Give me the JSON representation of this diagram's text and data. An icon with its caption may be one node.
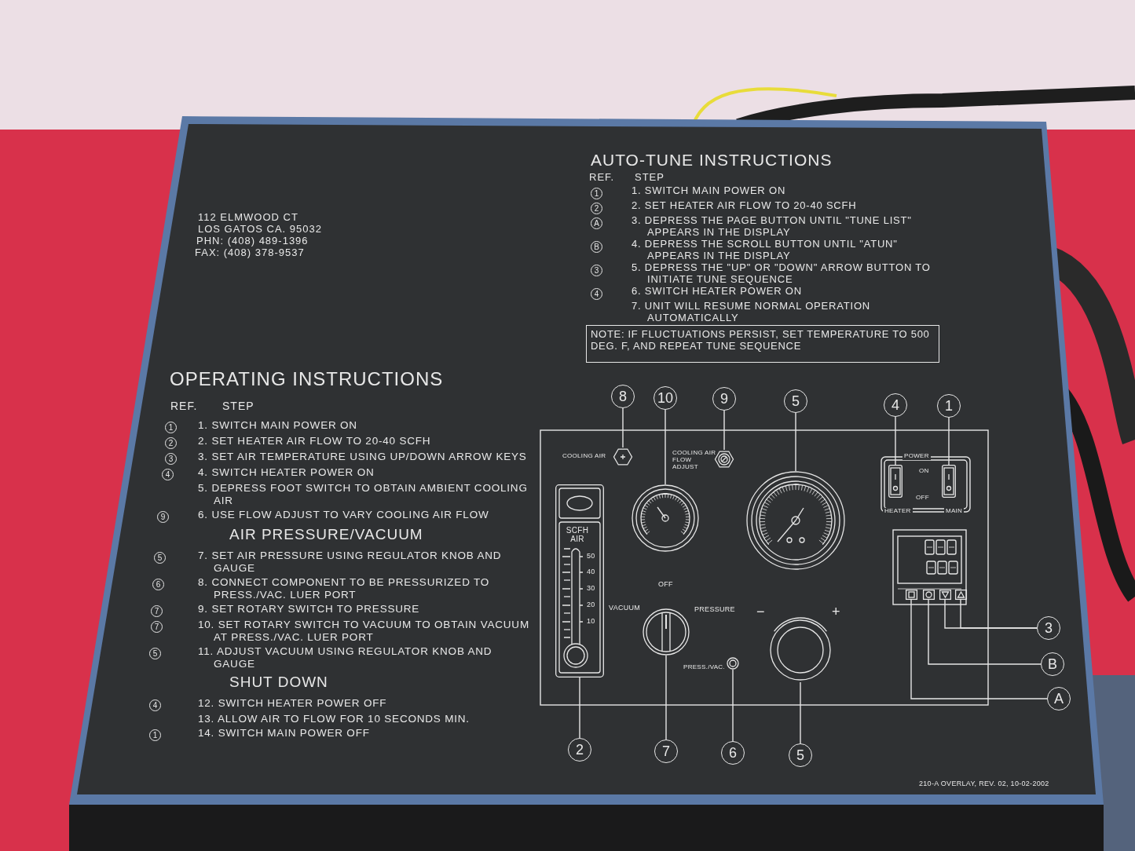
{
  "diagram": {
    "nodes": [
      {
        "text": [
          "NOTE: IF FLUCTUATIONS PERSIST, SET TEMPERATURE TO 500 DEG. F, AND REPEAT TUNE SEQUENCE"
        ]
      },
      {
        "text": [
          "8"
        ]
      },
      {
        "text": [
          "10"
        ]
      },
      {
        "text": [
          "9"
        ]
      },
      {
        "text": [
          "5"
        ]
      },
      {
        "text": [
          "4"
        ]
      },
      {
        "text": [
          "1"
        ]
      },
      {
        "text": [
          "3"
        ]
      },
      {
        "text": [
          "B"
        ]
      },
      {
        "text": [
          "A"
        ]
      },
      {
        "text": [
          "2"
        ]
      },
      {
        "text": [
          "7"
        ]
      },
      {
        "text": [
          "6"
        ]
      },
      {
        "text": [
          "5"
        ]
      },
      {
        "text": [],
        "shape": "picture",
        "beside": [
          "COOLING AIR"
        ]
      },
      {
        "text": [],
        "shape": "picture"
      },
      {
        "text": [],
        "shape": "picture",
        "beside": [
          "COOLING AIR FLOW ADJUST"
        ]
      },
      {
        "text": [],
        "shape": "picture"
      },
      {
        "text": [],
        "shape": "picture"
      },
      {
        "text": [],
        "shape": "picture"
      },
      {
        "text": [],
        "shape": "picture"
      },
      {
        "text": [],
        "shape": "picture"
      },
      {
        "text": [],
        "shape": "picture"
      },
      {
        "text": [],
        "shape": "picture"
      },
      {
        "text": [],
        "shape": "picture"
      },
      {
        "text": [],
        "shape": "picture"
      },
      {
        "text": [],
        "shape": "picture",
        "beside": [
          "PRESS./VAC."
        ]
      },
      {
        "text": [],
        "shape": "picture"
      }
    ],
    "edges": [
      {
        "from": 1,
        "to": 14,
        "arrow": "none"
      },
      {
        "from": 2,
        "to": 15,
        "arrow": "none"
      },
      {
        "from": 3,
        "to": 16,
        "arrow": "none"
      },
      {
        "from": 4,
        "to": 17,
        "arrow": "none"
      },
      {
        "from": 5,
        "to": 18,
        "arrow": "none"
      },
      {
        "from": 6,
        "to": 19,
        "arrow": "none"
      },
      {
        "from": 7,
        "to": 22,
        "arrow": "none"
      },
      {
        "from": 7,
        "to": 23,
        "arrow": "none"
      },
      {
        "from": 8,
        "to": 21,
        "arrow": "none"
      },
      {
        "from": 9,
        "to": 20,
        "arrow": "none"
      },
      {
        "from": 10,
        "to": 24,
        "arrow": "none"
      },
      {
        "from": 11,
        "to": 25,
        "arrow": "none"
      },
      {
        "from": 12,
        "to": 26,
        "arrow": "none"
      },
      {
        "from": 13,
        "to": 27,
        "arrow": "none"
      }
    ],
    "labels": [
      "112 ELMWOOD CT",
      "LOS GATOS CA. 95032",
      "PHN: (408) 489-1396",
      "FAX: (408) 378-9537",
      "AUTO-TUNE INSTRUCTIONS",
      "REF.",
      "STEP",
      "1",
      "1. SWITCH MAIN POWER ON",
      "2",
      "2. SET HEATER AIR FLOW TO 20-40 SCFH",
      "A",
      "3. DEPRESS THE PAGE BUTTON UNTIL \"TUNE LIST\" APPEARS IN THE DISPLAY",
      "B",
      "4. DEPRESS THE SCROLL BUTTON UNTIL \"ATUN\" APPEARS IN THE DISPLAY",
      "3",
      "5. DEPRESS THE \"UP\" OR \"DOWN\" ARROW BUTTON TO INITIATE TUNE SEQUENCE",
      "4",
      "6. SWITCH HEATER POWER ON",
      "7. UNIT WILL RESUME NORMAL OPERATION AUTOMATICALLY",
      "OPERATING INSTRUCTIONS",
      "REF.",
      "STEP",
      "1",
      "1. SWITCH MAIN POWER ON",
      "2",
      "2. SET HEATER AIR FLOW TO 20-40 SCFH",
      "3",
      "3. SET AIR TEMPERATURE USING UP/DOWN ARROW KEYS",
      "4",
      "4. SWITCH HEATER POWER ON",
      "5. DEPRESS FOOT SWITCH TO OBTAIN AMBIENT COOLING AIR",
      "9",
      "6. USE FLOW ADJUST TO VARY COOLING AIR FLOW",
      "AIR PRESSURE/VACUUM",
      "5",
      "7. SET AIR PRESSURE USING REGULATOR KNOB AND GAUGE",
      "6",
      "8. CONNECT COMPONENT TO BE PRESSURIZED TO PRESS./VAC. LUER PORT",
      "7",
      "9. SET ROTARY SWITCH TO PRESSURE",
      "7",
      "10. SET ROTARY SWITCH TO VACUUM TO OBTAIN VACUUM AT PRESS./VAC. LUER PORT",
      "5",
      "11. ADJUST VACUUM USING REGULATOR KNOB AND GAUGE",
      "SHUT DOWN",
      "4",
      "12. SWITCH HEATER POWER OFF",
      "13. ALLOW AIR TO FLOW FOR 10 SECONDS MIN.",
      "1",
      "14. SWITCH MAIN POWER OFF",
      "POWER",
      "ON",
      "OFF",
      "HEATER",
      "MAIN",
      "SCFH AIR",
      "50",
      "40",
      "30",
      "20",
      "10",
      "OFF",
      "VACUUM",
      "PRESSURE",
      "−",
      "+",
      "210-A OVERLAY, REV. 02, 10-02-2002"
    ]
  }
}
